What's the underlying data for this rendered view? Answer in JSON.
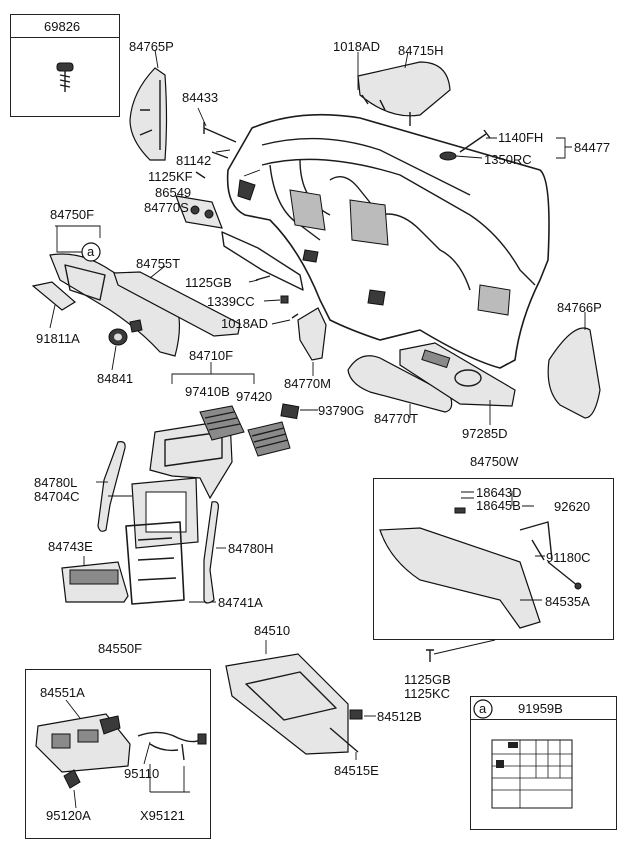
{
  "labels": {
    "p69826": "69826",
    "p84765P": "84765P",
    "p1018AD_top": "1018AD",
    "p84715H": "84715H",
    "p84433": "84433",
    "p1140FH": "1140FH",
    "p84477": "84477",
    "p1350RC": "1350RC",
    "p81142": "81142",
    "p1125KF": "1125KF",
    "p86549": "86549",
    "p84770S": "84770S",
    "p84750F": "84750F",
    "callout_a": "a",
    "p84755T": "84755T",
    "p1125GB": "1125GB",
    "p1339CC": "1339CC",
    "p1018AD_mid": "1018AD",
    "p84766P": "84766P",
    "p91811A": "91811A",
    "p84841": "84841",
    "p84710F": "84710F",
    "p84770M": "84770M",
    "p97410B": "97410B",
    "p97420": "97420",
    "p93790G": "93790G",
    "p84770T": "84770T",
    "p97285D": "97285D",
    "p84750W": "84750W",
    "p84780L": "84780L",
    "p84704C": "84704C",
    "p18643D": "18643D",
    "p18645B": "18645B",
    "p92620": "92620",
    "p84743E": "84743E",
    "p84780H": "84780H",
    "p91180C": "91180C",
    "p84741A": "84741A",
    "p84535A": "84535A",
    "p84550F": "84550F",
    "p84510": "84510",
    "p1125GB_low": "1125GB",
    "p1125KC": "1125KC",
    "p84551A": "84551A",
    "p84512B": "84512B",
    "callout_a2": "a",
    "p91959B": "91959B",
    "p95110": "95110",
    "p84515E": "84515E",
    "p95120A": "95120A",
    "pX95121": "X95121"
  }
}
